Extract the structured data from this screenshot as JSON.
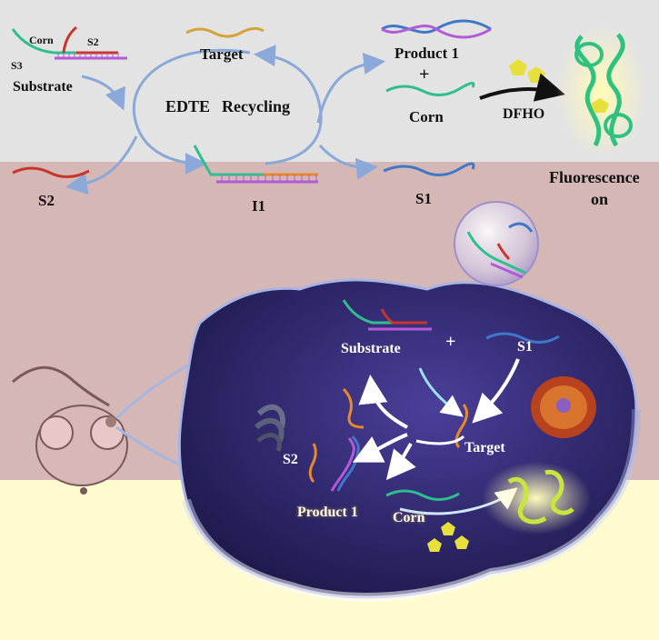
{
  "top_panel": {
    "labels": {
      "corn": "Corn",
      "s2": "S2",
      "s3": "S3",
      "substrate": "Substrate",
      "target": "Target",
      "edte": "EDTE",
      "recycling": "Recycling",
      "product1": "Product 1",
      "plus": "+",
      "corn2": "Corn",
      "dfho": "DFHO",
      "s2_released": "S2",
      "i1": "I1",
      "s1": "S1",
      "fluorescence": "Fluorescence",
      "on": "on"
    }
  },
  "cell_panel": {
    "labels": {
      "substrate": "Substrate",
      "plus": "+",
      "s1": "S1",
      "target": "Target",
      "s2": "S2",
      "product1": "Product 1",
      "corn": "Corn"
    }
  },
  "colors": {
    "top_bg": "#e3e3e3",
    "mid_bg": "#d5b7b5",
    "bottom_bg": "#fffbd0",
    "cell_dark": "#2b2461",
    "strand_green": "#2fbf8f",
    "strand_red": "#c8362b",
    "strand_purple": "#b35ad8",
    "strand_blue": "#3f78c8",
    "strand_orange": "#e88a2a",
    "arrow_blue": "#8aa8d8",
    "fluor_green": "#2ec27e"
  }
}
